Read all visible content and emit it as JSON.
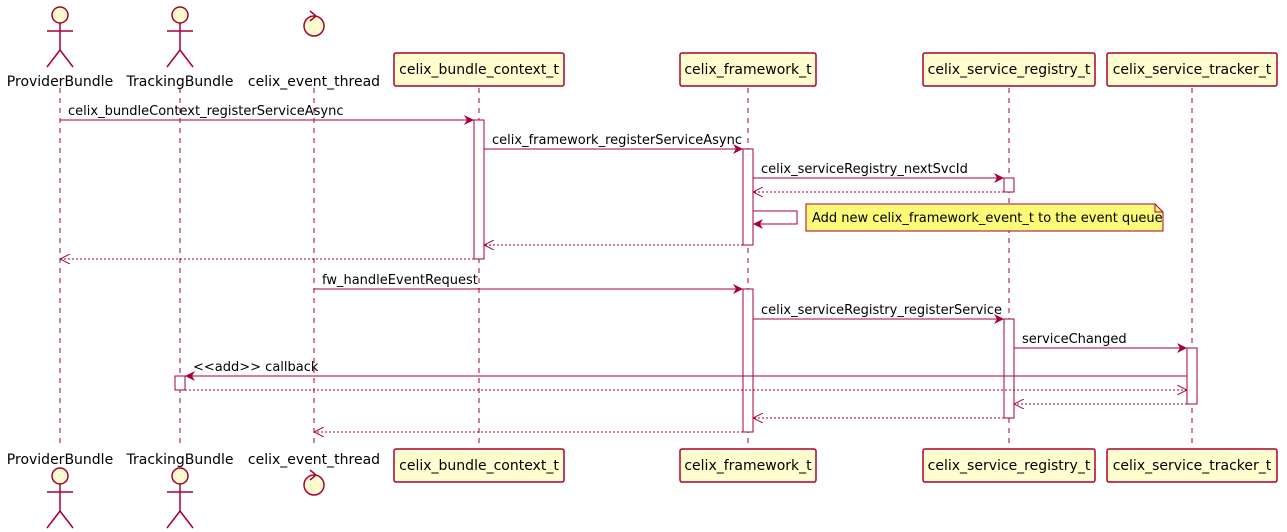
{
  "colors": {
    "line": "#A80036",
    "box_fill": "#FEFECE",
    "note_fill": "#FBFB77",
    "activation_fill": "#FFFFFF",
    "text": "#000000"
  },
  "participants": [
    {
      "id": "provider",
      "label": "ProviderBundle",
      "kind": "actor"
    },
    {
      "id": "tracking",
      "label": "TrackingBundle",
      "kind": "actor"
    },
    {
      "id": "event_thread",
      "label": "celix_event_thread",
      "kind": "control"
    },
    {
      "id": "bundle_ctx",
      "label": "celix_bundle_context_t",
      "kind": "box"
    },
    {
      "id": "framework",
      "label": "celix_framework_t",
      "kind": "box"
    },
    {
      "id": "registry",
      "label": "celix_service_registry_t",
      "kind": "box"
    },
    {
      "id": "tracker",
      "label": "celix_service_tracker_t",
      "kind": "box"
    }
  ],
  "messages": [
    {
      "from": "provider",
      "to": "bundle_ctx",
      "label": "celix_bundleContext_registerServiceAsync",
      "style": "solid"
    },
    {
      "from": "bundle_ctx",
      "to": "framework",
      "label": "celix_framework_registerServiceAsync",
      "style": "solid"
    },
    {
      "from": "framework",
      "to": "registry",
      "label": "celix_serviceRegistry_nextSvcId",
      "style": "solid"
    },
    {
      "from": "registry",
      "to": "framework",
      "label": "",
      "style": "dashed"
    },
    {
      "from": "framework",
      "to": "framework",
      "label": "",
      "style": "self"
    },
    {
      "from": "framework",
      "to": "bundle_ctx",
      "label": "",
      "style": "dashed"
    },
    {
      "from": "bundle_ctx",
      "to": "provider",
      "label": "",
      "style": "dashed"
    },
    {
      "from": "event_thread",
      "to": "framework",
      "label": "fw_handleEventRequest",
      "style": "solid"
    },
    {
      "from": "framework",
      "to": "registry",
      "label": "celix_serviceRegistry_registerService",
      "style": "solid"
    },
    {
      "from": "registry",
      "to": "tracker",
      "label": "serviceChanged",
      "style": "solid"
    },
    {
      "from": "tracker",
      "to": "tracking",
      "label": "<<add>> callback",
      "style": "solid"
    },
    {
      "from": "tracking",
      "to": "tracker",
      "label": "",
      "style": "dashed"
    },
    {
      "from": "tracker",
      "to": "registry",
      "label": "",
      "style": "dashed"
    },
    {
      "from": "registry",
      "to": "framework",
      "label": "",
      "style": "dashed"
    },
    {
      "from": "framework",
      "to": "event_thread",
      "label": "",
      "style": "dashed"
    }
  ],
  "notes": [
    {
      "text": "Add new celix_framework_event_t to the event queue"
    }
  ]
}
